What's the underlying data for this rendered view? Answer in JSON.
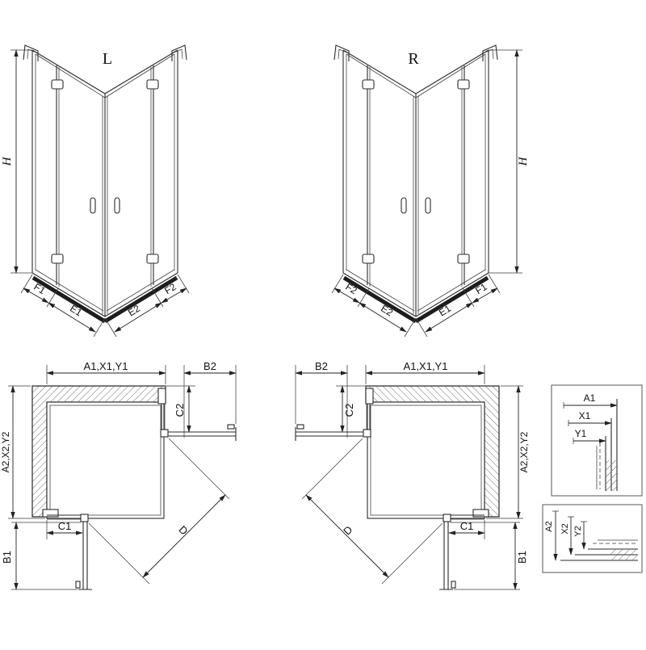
{
  "page": {
    "background": "#ffffff",
    "line_color": "#2a2a2a"
  },
  "perspective_left": {
    "label": "L",
    "dim_height": "H",
    "bottom_left_outer": "F1",
    "bottom_left_inner": "E1",
    "bottom_right_inner": "E2",
    "bottom_right_outer": "F2"
  },
  "perspective_right": {
    "label": "R",
    "dim_height": "H",
    "bottom_left_outer": "F2",
    "bottom_left_inner": "E2",
    "bottom_right_inner": "E1",
    "bottom_right_outer": "F1"
  },
  "plan_left": {
    "top": "A1,X1,Y1",
    "top_right": "B2",
    "right": "C2",
    "left": "A2,X2,Y2",
    "bottom": "C1",
    "bottom_left": "B1",
    "diagonal": "D"
  },
  "plan_right": {
    "top_left": "B2",
    "top": "A1,X1,Y1",
    "left": "C2",
    "right": "A2,X2,Y2",
    "bottom": "C1",
    "bottom_right": "B1",
    "diagonal": "D"
  },
  "detail_top": {
    "outer": "A1",
    "mid": "X1",
    "inner": "Y1"
  },
  "detail_bottom": {
    "outer": "A2",
    "mid": "X2",
    "inner": "Y2"
  }
}
